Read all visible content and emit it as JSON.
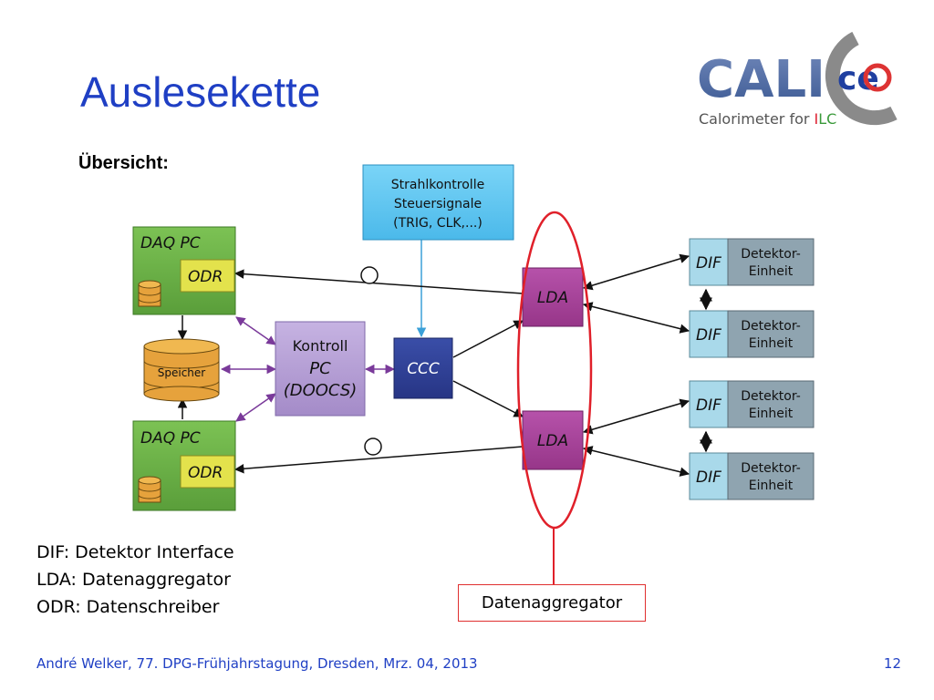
{
  "slide": {
    "title": "Auslesekette",
    "subtitle": "Übersicht:",
    "legend": [
      "DIF: Detektor Interface",
      "LDA: Datenaggregator",
      "ODR: Datenschreiber"
    ],
    "callout": "Datenaggregator",
    "footer_left": "André Welker, 77. DPG-Frühjahrstagung, Dresden, Mrz. 04, 2013",
    "footer_right": "12"
  },
  "logo": {
    "word": "CALI",
    "ce": "ce",
    "tagline_pre": "Calorimeter for ",
    "tagline_i": "I",
    "tagline_lc": "LC"
  },
  "diagram": {
    "daq_pc_1": {
      "title": "DAQ PC",
      "odr": "ODR"
    },
    "daq_pc_2": {
      "title": "DAQ PC",
      "odr": "ODR"
    },
    "storage": "Speicher",
    "control_pc": [
      "Kontroll",
      "PC",
      "(DOOCS)"
    ],
    "ccc": "CCC",
    "beam_control": [
      "Strahlkontrolle",
      "Steuersignale",
      "(TRIG, CLK,...)"
    ],
    "lda_1": "LDA",
    "lda_2": "LDA",
    "dif_units": [
      {
        "dif": "DIF",
        "unit": [
          "Detektor-",
          "Einheit"
        ]
      },
      {
        "dif": "DIF",
        "unit": [
          "Detektor-",
          "Einheit"
        ]
      },
      {
        "dif": "DIF",
        "unit": [
          "Detektor-",
          "Einheit"
        ]
      },
      {
        "dif": "DIF",
        "unit": [
          "Detektor-",
          "Einheit"
        ]
      }
    ]
  },
  "colors": {
    "title_blue": "#1f3fc4",
    "daq_green": "#6cb244",
    "odr_yellow": "#e3e24c",
    "storage_orange": "#e6a23c",
    "control_purple": "#b59ed6",
    "ccc_blue": "#2f3f96",
    "beam_cyan": "#5bc6f2",
    "lda_magenta": "#a6419a",
    "dif_light": "#a9d9ea",
    "unit_gray": "#8fa4b0",
    "highlight_red": "#e0202a",
    "link_purple": "#7a3a9a"
  }
}
